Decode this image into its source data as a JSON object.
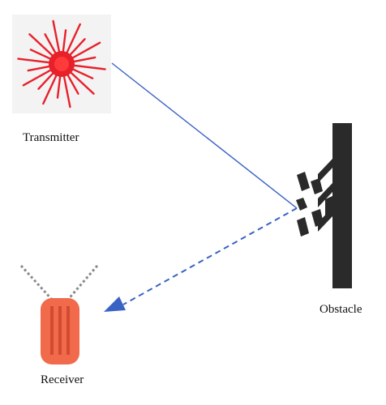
{
  "labels": {
    "transmitter": "Transmitter",
    "obstacle": "Obstacle",
    "receiver": "Receiver"
  },
  "colors": {
    "laser_red": "#e8202a",
    "ray_blue": "#3a62c4",
    "obstacle_black": "#2a2a2a",
    "receiver_orange": "#f06a4b",
    "receiver_stripe": "#d24a30",
    "chain_gray": "#8a8a8a",
    "tx_background": "#f3f3f3"
  },
  "icons": {
    "transmitter": "laser-burst-icon",
    "obstacle": "wall-icon",
    "receiver": "tag-receiver-icon"
  }
}
